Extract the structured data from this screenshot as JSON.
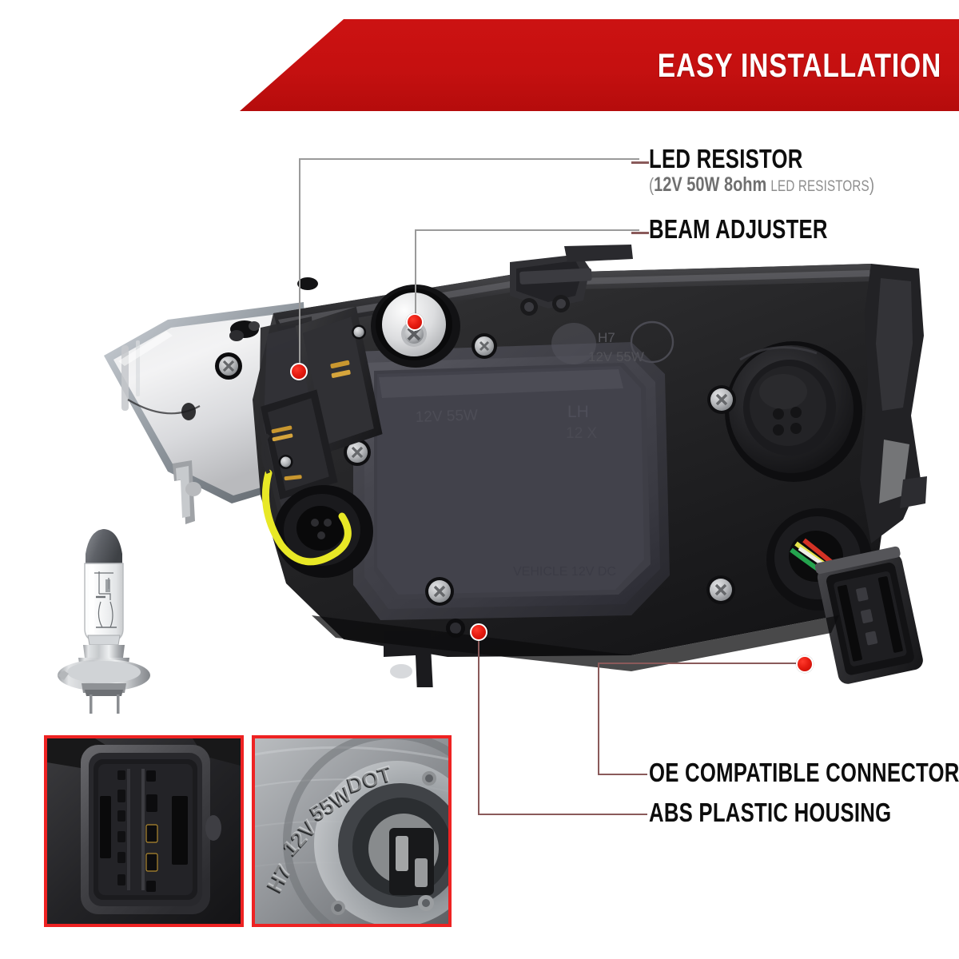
{
  "banner": {
    "title": "EASY INSTALLATION",
    "color": "#c51010"
  },
  "theme": {
    "banner_red": "#c51010",
    "marker_red": "#e51b10",
    "leader_maroon": "#8a5a5a",
    "leader_gray": "#9a9a9a",
    "label_black": "#0d0d0d",
    "sub_gray": "#8e8e8e",
    "inset_border_red": "#ee2222"
  },
  "callouts": [
    {
      "id": "led-resistor",
      "title": "LED RESISTOR",
      "sub_open": "(",
      "sub_bold": "12V 50W 8ohm",
      "sub_small": "LED RESISTORS",
      "sub_close": ")"
    },
    {
      "id": "beam-adjuster",
      "title": "BEAM ADJUSTER"
    },
    {
      "id": "oe-connector",
      "title": "OE COMPATIBLE CONNECTOR"
    },
    {
      "id": "abs-housing",
      "title": "ABS PLASTIC HOUSING"
    }
  ],
  "product": {
    "name": "headlight-assembly",
    "molded_markings": {
      "bulb_type": "H7",
      "rating": "12V 55W",
      "side_code": "LH"
    },
    "bulb": {
      "name": "H7 halogen bulb",
      "type": "H7"
    }
  },
  "insets": [
    {
      "id": "connector-closeup",
      "caption": "",
      "name": "connector-closeup-photo"
    },
    {
      "id": "bulb-base-closeup",
      "engraved_text": "H7 12V 55W DOT",
      "name": "bulb-base-closeup-photo"
    }
  ]
}
